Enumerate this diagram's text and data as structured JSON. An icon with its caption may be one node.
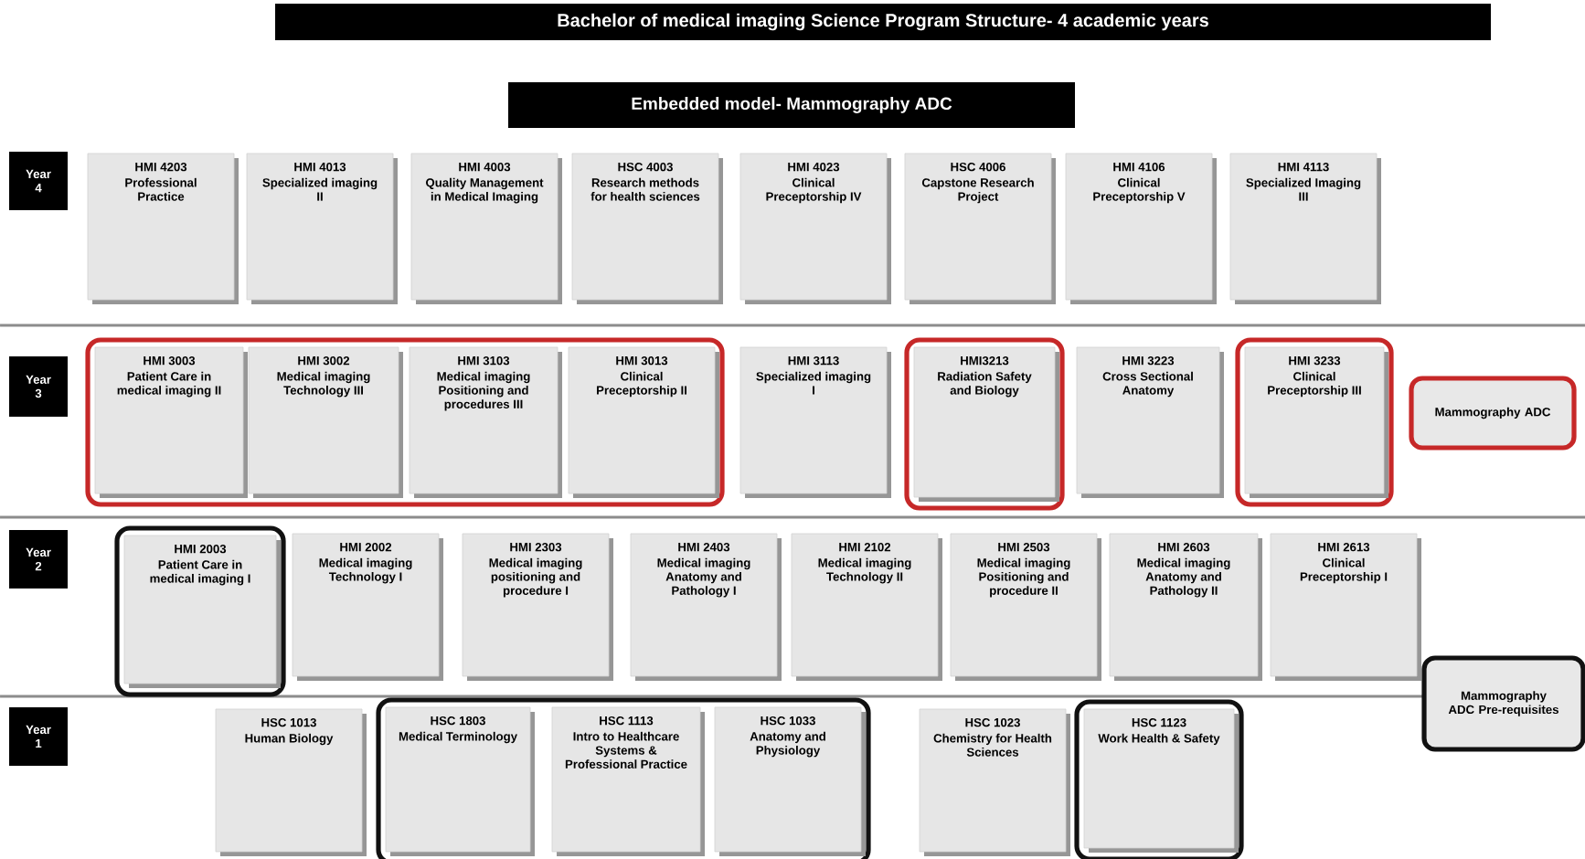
{
  "diagram": {
    "title": "Bachelor of medical imaging Science Program Structure- 4 academic years",
    "nodes": [
      {
        "text": [
          "Embedded model- Mammography ADC"
        ]
      },
      {
        "text": [
          "Year 4"
        ]
      },
      {
        "text": [
          "HMI 4203",
          "Professional Practice"
        ]
      },
      {
        "text": [
          "HMI 4013",
          "Specialized imaging II"
        ]
      },
      {
        "text": [
          "HMI 4003",
          "Quality Management in Medical Imaging"
        ]
      },
      {
        "text": [
          "HSC 4003",
          "Research methods for health sciences"
        ]
      },
      {
        "text": [
          "HMI 4023",
          "Clinical Preceptorship IV"
        ]
      },
      {
        "text": [
          "HSC 4006",
          "Capstone Research Project"
        ]
      },
      {
        "text": [
          "HMI 4106",
          "Clinical Preceptorship V"
        ]
      },
      {
        "text": [
          "HMI 4113",
          "Specialized Imaging III"
        ]
      },
      {
        "text": [
          "Year 3"
        ]
      },
      {
        "text": [],
        "shape": "box"
      },
      {
        "text": [
          "HMI 3003",
          "Patient Care in medical imaging II"
        ],
        "in": 11
      },
      {
        "text": [
          "HMI 3002",
          "Medical imaging Technology III"
        ],
        "in": 11
      },
      {
        "text": [
          "HMI 3103",
          "Medical imaging Positioning and procedures III"
        ],
        "in": 11
      },
      {
        "text": [
          "HMI 3013",
          "Clinical Preceptorship II"
        ],
        "in": 11
      },
      {
        "text": [
          "HMI 3113",
          "Specialized imaging I"
        ]
      },
      {
        "text": [],
        "shape": "box"
      },
      {
        "text": [
          "HMI3213",
          "Radiation Safety and Biology"
        ],
        "in": 17
      },
      {
        "text": [
          "HMI 3223",
          "Cross Sectional Anatomy"
        ]
      },
      {
        "text": [],
        "shape": "box"
      },
      {
        "text": [
          "HMI 3233",
          "Clinical Preceptorship III"
        ],
        "in": 20
      },
      {
        "text": [
          "Mammography ADC"
        ]
      },
      {
        "text": [
          "Year 2"
        ]
      },
      {
        "text": [],
        "shape": "box"
      },
      {
        "text": [
          "HMI 2003",
          "Patient Care in medical imaging I"
        ],
        "in": 24
      },
      {
        "text": [
          "HMI 2002",
          "Medical imaging Technology I"
        ]
      },
      {
        "text": [
          "HMI 2303",
          "Medical imaging positioning and procedure I"
        ]
      },
      {
        "text": [
          "HMI 2403",
          "Medical imaging Anatomy and Pathology I"
        ]
      },
      {
        "text": [
          "HMI 2102",
          "Medical imaging Technology II"
        ]
      },
      {
        "text": [
          "HMI 2503",
          "Medical imaging Positioning and procedure II"
        ]
      },
      {
        "text": [
          "HMI 2603",
          "Medical imaging Anatomy and Pathology II"
        ]
      },
      {
        "text": [
          "HMI 2613",
          "Clinical Preceptorship I"
        ]
      },
      {
        "text": [
          "Year 1"
        ]
      },
      {
        "text": [
          "HSC 1013",
          "Human Biology"
        ]
      },
      {
        "text": [],
        "shape": "box"
      },
      {
        "text": [
          "HSC 1803",
          "Medical Terminology"
        ],
        "in": 35
      },
      {
        "text": [
          "HSC 1113",
          "Intro to Healthcare Systems & Professional Practice"
        ],
        "in": 35
      },
      {
        "text": [
          "HSC 1033",
          "Anatomy and Physiology"
        ],
        "in": 35
      },
      {
        "text": [
          "HSC 1023",
          "Chemistry for Health Sciences"
        ]
      },
      {
        "text": [],
        "shape": "box"
      },
      {
        "text": [
          "HSC 1123",
          "Work Health & Safety"
        ],
        "in": 40
      },
      {
        "text": [
          "Mammography ADC Pre-requisites"
        ]
      }
    ]
  }
}
